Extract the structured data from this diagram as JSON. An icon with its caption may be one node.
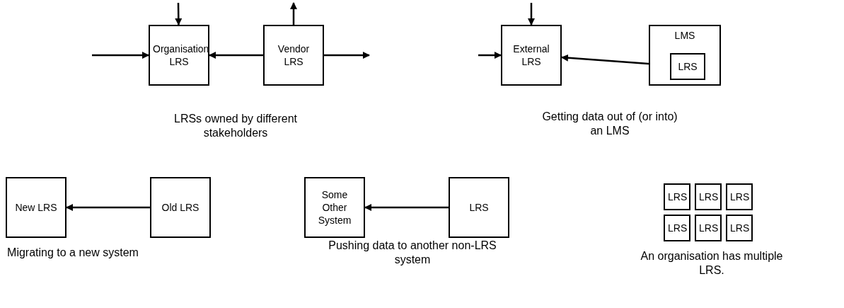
{
  "diagram": {
    "nodes": [
      {
        "text": [
          "Organisation LRS"
        ]
      },
      {
        "text": [
          "Vendor LRS"
        ]
      },
      {
        "text": [
          "External LRS"
        ]
      },
      {
        "text": [
          "LMS"
        ]
      },
      {
        "text": [
          "LRS"
        ],
        "in": 3
      },
      {
        "text": [
          "New LRS"
        ]
      },
      {
        "text": [
          "Old LRS"
        ]
      },
      {
        "text": [
          "Some Other System"
        ]
      },
      {
        "text": [
          "LRS"
        ]
      },
      {
        "text": [
          "LRS"
        ]
      },
      {
        "text": [
          "LRS"
        ]
      },
      {
        "text": [
          "LRS"
        ]
      },
      {
        "text": [
          "LRS"
        ]
      },
      {
        "text": [
          "LRS"
        ]
      },
      {
        "text": [
          "LRS"
        ]
      }
    ],
    "edges": [
      {
        "from": null,
        "to": 0,
        "arrow": "to"
      },
      {
        "from": null,
        "to": 0,
        "arrow": "to"
      },
      {
        "from": 1,
        "to": 0,
        "arrow": "to"
      },
      {
        "from": 1,
        "to": null,
        "arrow": "to"
      },
      {
        "from": 1,
        "to": null,
        "arrow": "to"
      },
      {
        "from": null,
        "to": 2,
        "arrow": "to"
      },
      {
        "from": null,
        "to": 2,
        "arrow": "to"
      },
      {
        "from": 4,
        "to": 2,
        "arrow": "to"
      },
      {
        "from": 6,
        "to": 5,
        "arrow": "to"
      },
      {
        "from": 8,
        "to": 7,
        "arrow": "to"
      }
    ],
    "labels": [
      "LRSs owned by different stakeholders",
      "Getting data out of (or into) an LMS",
      "Migrating to a new system",
      "Pushing data to another non-LRS system",
      "An organisation has multiple LRS."
    ]
  }
}
